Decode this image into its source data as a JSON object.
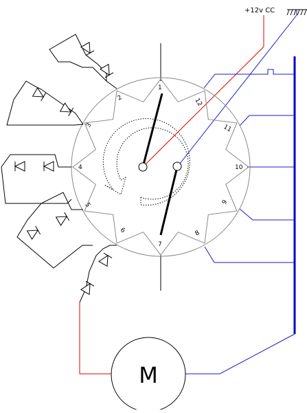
{
  "supply": {
    "label": "+12v CC"
  },
  "motor": {
    "label": "M"
  },
  "contacts": [
    "1",
    "2",
    "3",
    "4",
    "5",
    "6",
    "7",
    "8",
    "9",
    "10",
    "11",
    "12"
  ],
  "colors": {
    "positive_wire": "#dd0000",
    "negative_wire": "#1a1acc",
    "ground_bus": "#0000cc",
    "outline": "#888888",
    "wiring": "#000000",
    "brush": "#000000"
  },
  "icons": [
    "ground-icon",
    "diode-icon",
    "rotation-arrow-icon",
    "motor-icon"
  ]
}
